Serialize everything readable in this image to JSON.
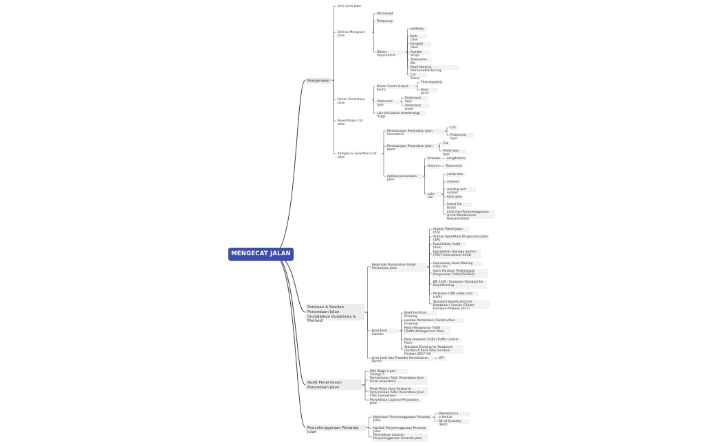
{
  "root": "MENGECAT JALAN",
  "nodes": {
    "pengenalan": "Pengenalan",
    "jenis_jalan": "Jenis-Jenis Jalan",
    "definisi": "Definisi Mengecat Jalan",
    "permanent": "Permanent",
    "temporary": "Temporary",
    "others": "Others requirement",
    "walkway": "walkway",
    "kerb": "Kerb Jalan",
    "bonggol": "Bonggol Jalan",
    "rumble": "Rumble Strips",
    "transverse_bar": "Transverse Bar",
    "road_marking_removal": "Road Marking Removal/Blackening",
    "cat_epoxy": "Cat Epoxy",
    "bahan": "Bahan Penandaan Jalan",
    "bahan_cecair": "Bahan Cecair (Liquid Form)",
    "thermoplastic": "Thermoplastic",
    "road_paint": "Road paint",
    "preformed_type": "Preformed type",
    "preformed_tape": "Preformed tape",
    "preformed_sheet": "Preformed sheet",
    "lain_bahan": "Lain-lain bahan berteknologi tinggi",
    "kepentingan": "Kepentingan Cat Jalan",
    "kategori": "Kategori & Spesifikasi Cat Jalan",
    "pemasangan_sementara": "Pemasangan Penandaan Jalan Sementara",
    "cat_1": "Cat",
    "preformed_type_1": "Preformed type",
    "pemasangan_kekal": "Pemasangan Penandaan Jalan Kekal",
    "cat_2": "Cat",
    "preformed_type_2": "Preformed type",
    "aplikasi": "Aplikasi penandaan jalan",
    "kawalan": "Kawalan",
    "longitudinal": "Longitudinal",
    "amaran": "Amaran",
    "transverse": "Transverse",
    "lain_lain": "Lain-lain",
    "yellow_box": "yellow box",
    "chevron": "chevron",
    "wording": "wording and symbol",
    "kerb_jalan": "Kerb jalan",
    "island_toll": "Island Toll Booth",
    "limit_had": "Limit Had Penyelenggaraan (Limit Maintenance Responsibility)",
    "panduan": "Panduan & Kaedah Penandaan Jalan (Installation Guidelines & Method)",
    "keperluan_rujukan": "Keperluan Rumusukan Untuk Penandaan Jalan",
    "atj": "Arahan Teknik Jalan (ATJ)",
    "spj": "Arahan Spesifikasi Pengurusan Jalan (SPJ)",
    "rsa": "Road Safety Audit (RSA)",
    "expressway_signage": "Expressway Signage System (TI/07 Amendment 2014)",
    "expressway_marking": "Expressway Road Marking (TI/01-01)",
    "garis_panduan": "Garis Panduan Pelaksanaan Pengurusan Trafik(TS/2016)",
    "bs": "BN 1436 - European Standard for Road Marking",
    "penilaian": "Penilaian CIDB untuk road traffic",
    "standard_spec": "Standard Specification for Roadwork ( Section 6 Road Furniture Pindaan 2017)",
    "jenis_lukisan": "Jenis-Jenis Lukisan",
    "road_furniture": "Road Furniture Drawing",
    "lukisan_pembinaan": "Lukisan Pembinaan (Construction Drawing)",
    "pelan_pengurusan": "Pelan Pengurusan Trafik (Traffic Management Plan)",
    "pelan_kawalan": "Pelan Kawalan Trafik (Traffic Control Plan)",
    "standard_drawing": "Standard Drawing for Roadwork (Section 6 Road Side Furniture Pindaan 2017-14)",
    "jenis_prosedur": "Jenis-Jenis dan Prosedur Permohonan Permit",
    "efi": "EFI",
    "audit": "Audit Penerimaan Penandaan Jalan",
    "rsa_stage": "RSA Stage 4 part 5/Stage 5",
    "pemeriksaan_akhir": "Pemeriksaan Akhir Penandaan Jalan (Final Inspection)",
    "pihak_pihak": "Pihak-Pihak Yang Terlibat di Pemeriksaan Akhir Penandaan Jalan (TSC Committee)",
    "penyediaan_laporan_1": "Penyediaan Laporan Penandaan Jalan",
    "penyelenggaraan": "Penyelenggaraan Penanda Jalan",
    "keperluan_penyelenggaraan": "Keperluan Penyelenggaraan Penanda Jalan",
    "maintenance_schedule": "Maintenance schedule",
    "boq": "Bill of Quantity (BoQ)",
    "kaedah_penyelenggaraan": "Kaedah Penyelenggaraan Penanda Jalan",
    "penyediaan_laporan_2": "Penyediaan Laporan Penyelenggaraan Penanda Jalan"
  },
  "colors": {
    "root_bg": "#3d4ea6",
    "line": "#3a3a3a",
    "box": "#f2f2f2"
  }
}
